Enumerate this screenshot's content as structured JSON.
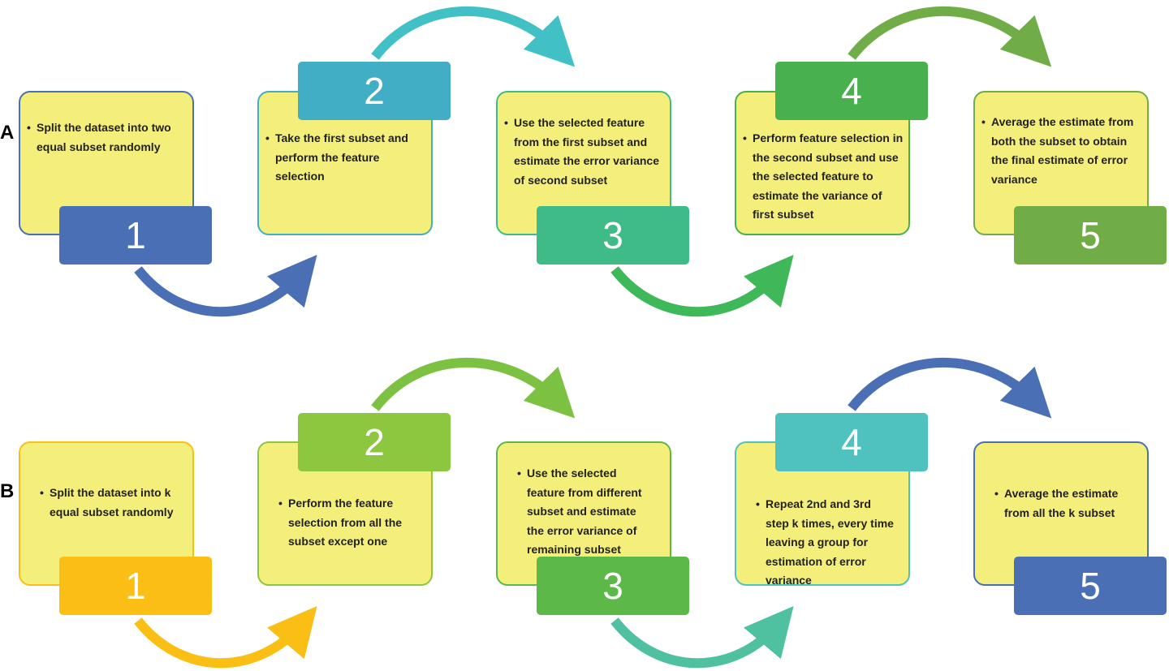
{
  "panels": [
    {
      "label": "A",
      "steps": [
        {
          "number": "1",
          "text": "Split the dataset into two equal subset randomly",
          "num_color": "#4a6fb5",
          "border_color": "#4a6fb5"
        },
        {
          "number": "2",
          "text": "Take the first subset and perform the feature selection",
          "num_color": "#41aec5",
          "border_color": "#41aec5"
        },
        {
          "number": "3",
          "text": "Use the selected feature from the first subset and estimate the error variance of second subset",
          "num_color": "#3fbb88",
          "border_color": "#3fbb88"
        },
        {
          "number": "4",
          "text": "Perform feature selection in the second subset and use the selected feature to estimate the variance of first subset",
          "num_color": "#48b14e",
          "border_color": "#48b14e"
        },
        {
          "number": "5",
          "text": "Average the estimate from both the subset to obtain the final estimate of error variance",
          "num_color": "#70ad47",
          "border_color": "#70ad47"
        }
      ]
    },
    {
      "label": "B",
      "steps": [
        {
          "number": "1",
          "text": "Split the dataset into k equal subset randomly",
          "num_color": "#fbbe15",
          "border_color": "#fbbe15"
        },
        {
          "number": "2",
          "text": "Perform the feature selection from all the subset except one",
          "num_color": "#8dc63f",
          "border_color": "#8dc63f"
        },
        {
          "number": "3",
          "text": "Use the selected feature from different subset and estimate the error variance of remaining subset",
          "num_color": "#5cb947",
          "border_color": "#5cb947"
        },
        {
          "number": "4",
          "text": "Repeat 2nd and 3rd step k times, every time leaving a group for estimation of error variance",
          "num_color": "#4fc1be",
          "border_color": "#4fc1be"
        },
        {
          "number": "5",
          "text": "Average the estimate from all the k subset",
          "num_color": "#4a6fb5",
          "border_color": "#4a6fb5"
        }
      ]
    }
  ],
  "arrows": [
    {
      "panel": "A",
      "from": "1",
      "to": "2",
      "color": "#4a6fb5"
    },
    {
      "panel": "A",
      "from": "2",
      "to": "3",
      "color": "#41c1c5"
    },
    {
      "panel": "A",
      "from": "3",
      "to": "4",
      "color": "#3fb85a"
    },
    {
      "panel": "A",
      "from": "4",
      "to": "5",
      "color": "#70ad47"
    },
    {
      "panel": "B",
      "from": "1",
      "to": "2",
      "color": "#fbbe15"
    },
    {
      "panel": "B",
      "from": "2",
      "to": "3",
      "color": "#7cc142"
    },
    {
      "panel": "B",
      "from": "3",
      "to": "4",
      "color": "#4fc1a0"
    },
    {
      "panel": "B",
      "from": "4",
      "to": "5",
      "color": "#4a6fb5"
    }
  ]
}
